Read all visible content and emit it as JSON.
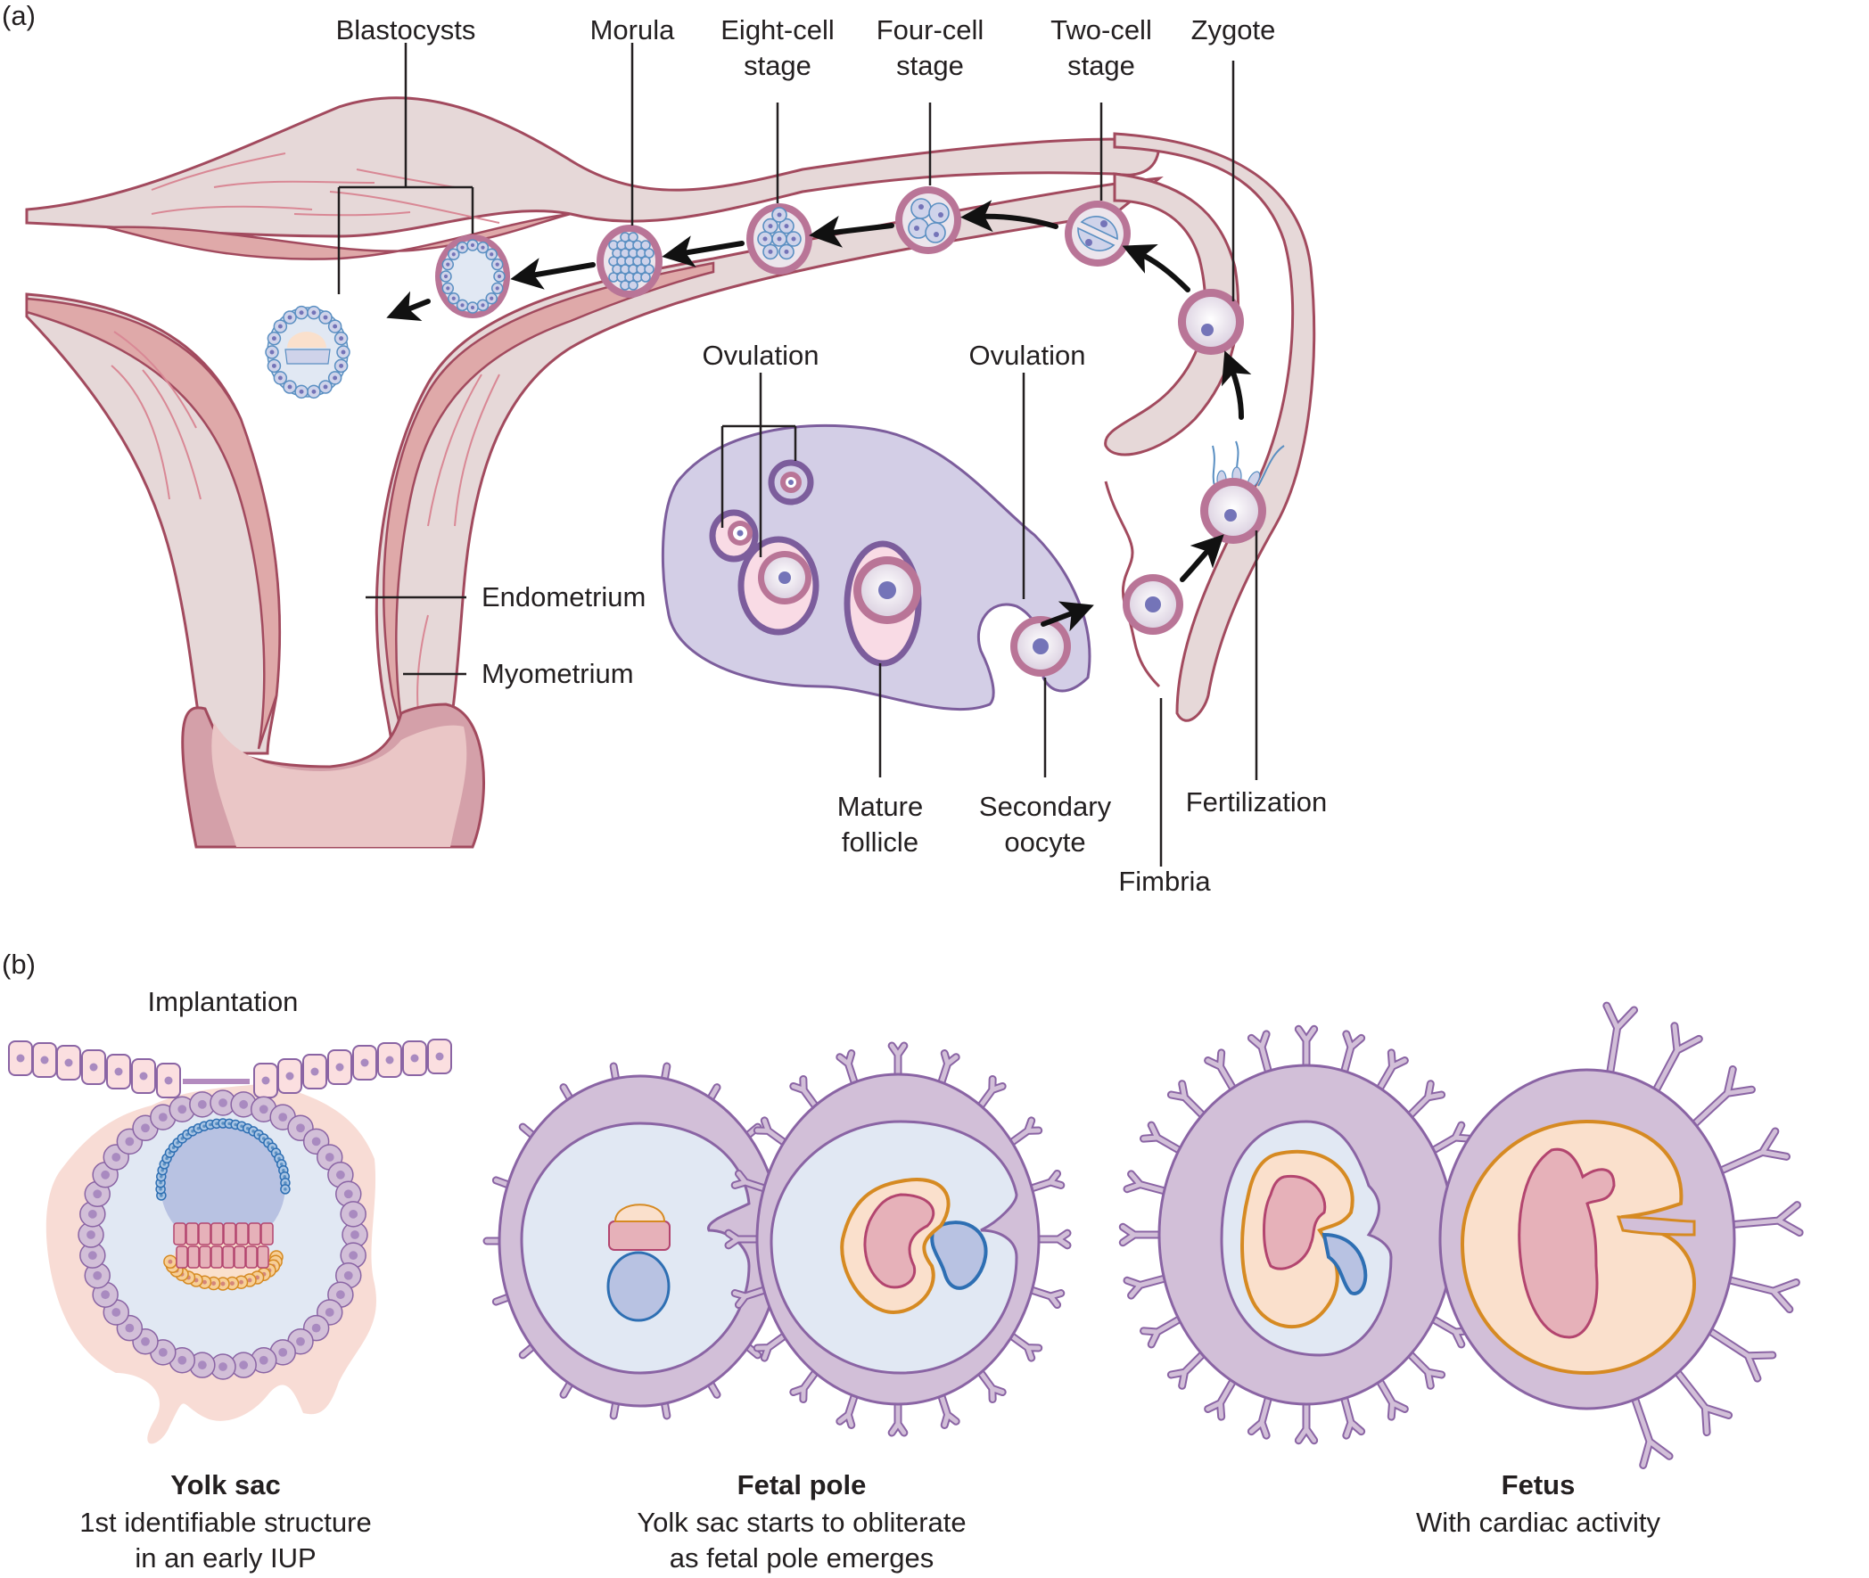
{
  "figure": {
    "panel_a_label": "(a)",
    "panel_b_label": "(b)"
  },
  "panel_a": {
    "labels": {
      "blastocysts": "Blastocysts",
      "morula": "Morula",
      "eight_cell_1": "Eight-cell",
      "eight_cell_2": "stage",
      "four_cell_1": "Four-cell",
      "four_cell_2": "stage",
      "two_cell_1": "Two-cell",
      "two_cell_2": "stage",
      "zygote": "Zygote",
      "ovulation_left": "Ovulation",
      "ovulation_right": "Ovulation",
      "endometrium": "Endometrium",
      "myometrium": "Myometrium",
      "mature_follicle_1": "Mature",
      "mature_follicle_2": "follicle",
      "secondary_oocyte_1": "Secondary",
      "secondary_oocyte_2": "oocyte",
      "fimbria": "Fimbria",
      "fertilization": "Fertilization"
    }
  },
  "panel_b": {
    "implantation_label": "Implantation",
    "stages": [
      {
        "title": "Yolk sac",
        "caption_1": "1st identifiable structure",
        "caption_2": "in an early IUP"
      },
      {
        "title": "Fetal pole",
        "caption_1": "Yolk sac starts to obliterate",
        "caption_2": "as fetal pole emerges"
      },
      {
        "title": "Fetus",
        "caption_1": "With cardiac activity",
        "caption_2": ""
      }
    ]
  },
  "colors": {
    "tissue": "#e6d8d8",
    "tissue_outline": "#a24a5e",
    "zona_pellucida": "#b97597",
    "nucleus": "#7474b8",
    "ovary": "#d3cee6",
    "chorion": "#d2bfd8",
    "amnion_outline": "#d68a22",
    "yolk_sac_outline": "#2e6fb3"
  }
}
